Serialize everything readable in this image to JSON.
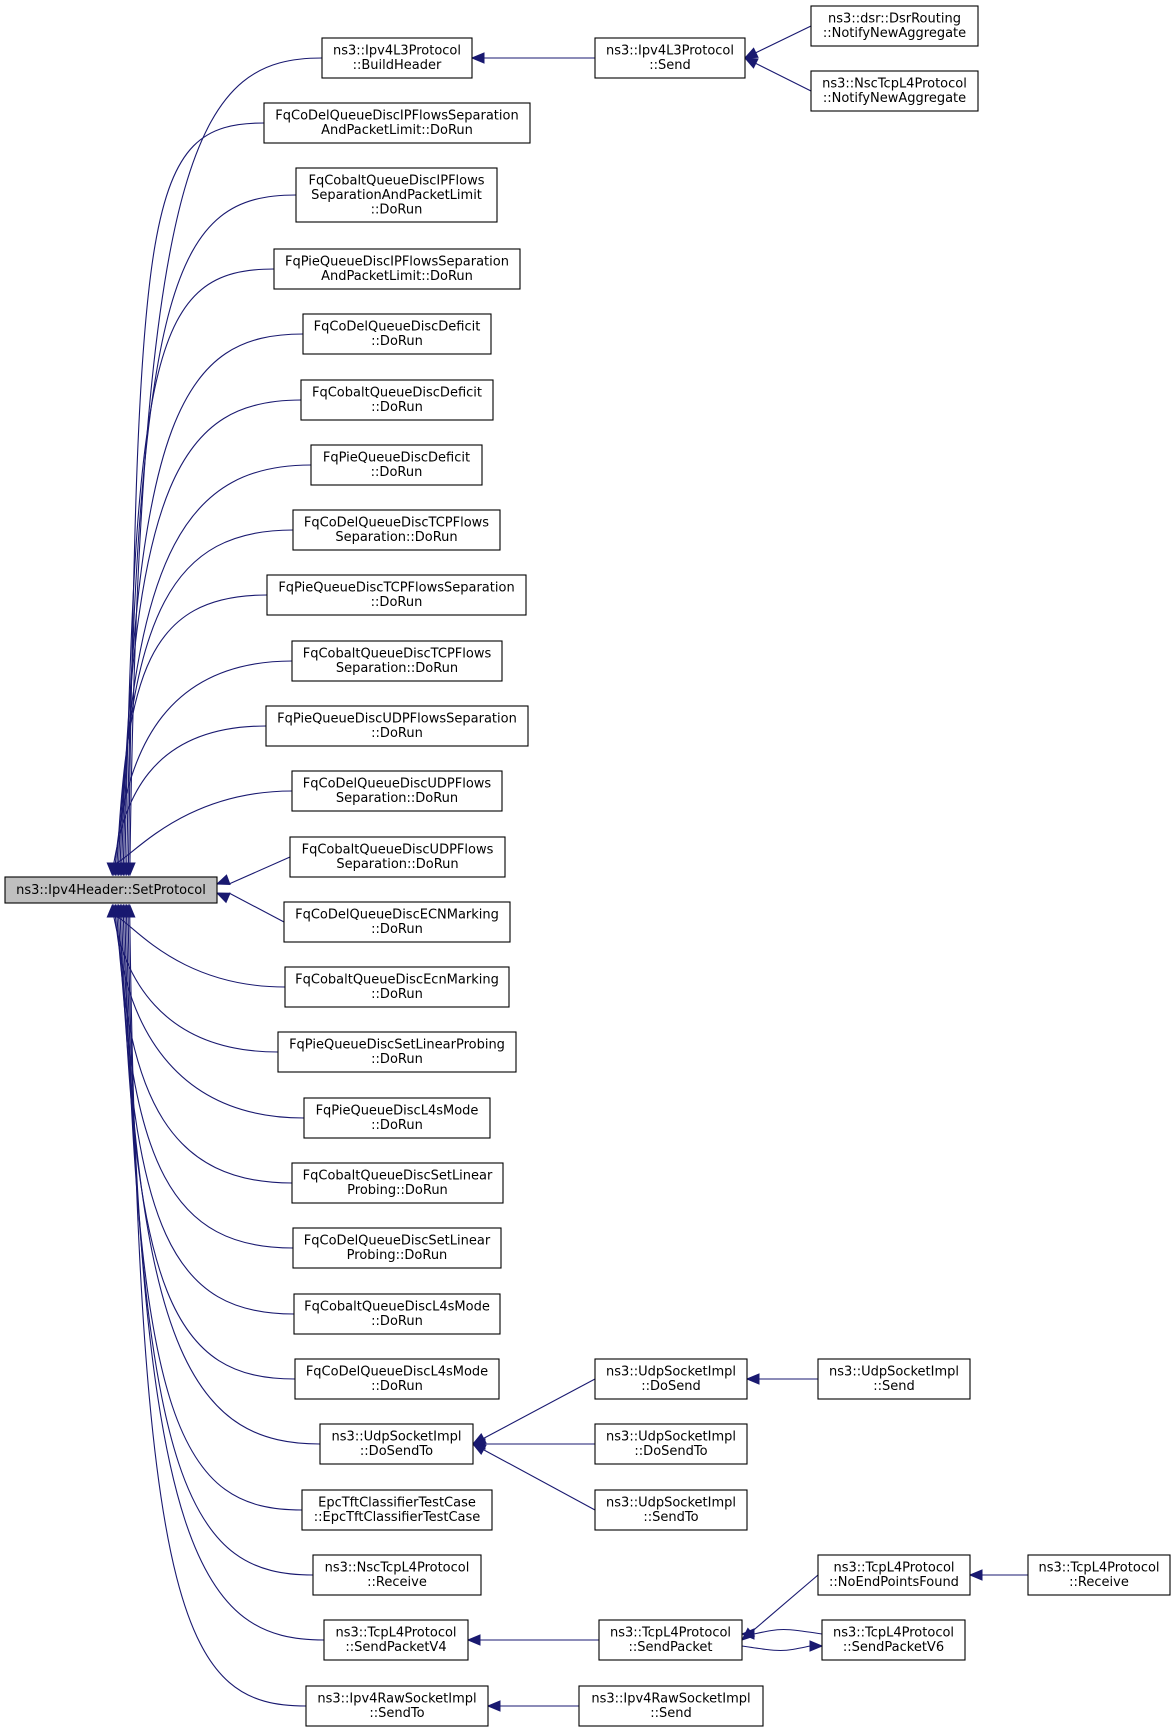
{
  "graph": {
    "root": "n0",
    "nodes": [
      {
        "id": "n0",
        "lines": [
          "ns3::Ipv4Header::SetProtocol"
        ],
        "highlighted": true
      },
      {
        "id": "n1",
        "lines": [
          "ns3::Ipv4L3Protocol",
          "::BuildHeader"
        ]
      },
      {
        "id": "n2",
        "lines": [
          "ns3::Ipv4L3Protocol",
          "::Send"
        ]
      },
      {
        "id": "n3",
        "lines": [
          "ns3::dsr::DsrRouting",
          "::NotifyNewAggregate"
        ]
      },
      {
        "id": "n4",
        "lines": [
          "ns3::NscTcpL4Protocol",
          "::NotifyNewAggregate"
        ]
      },
      {
        "id": "n5",
        "lines": [
          "FqCoDelQueueDiscIPFlowsSeparation",
          "AndPacketLimit::DoRun"
        ]
      },
      {
        "id": "n6",
        "lines": [
          "FqCobaltQueueDiscIPFlows",
          "SeparationAndPacketLimit",
          "::DoRun"
        ]
      },
      {
        "id": "n7",
        "lines": [
          "FqPieQueueDiscIPFlowsSeparation",
          "AndPacketLimit::DoRun"
        ]
      },
      {
        "id": "n8",
        "lines": [
          "FqCoDelQueueDiscDeficit",
          "::DoRun"
        ]
      },
      {
        "id": "n9",
        "lines": [
          "FqCobaltQueueDiscDeficit",
          "::DoRun"
        ]
      },
      {
        "id": "n10",
        "lines": [
          "FqPieQueueDiscDeficit",
          "::DoRun"
        ]
      },
      {
        "id": "n11",
        "lines": [
          "FqCoDelQueueDiscTCPFlows",
          "Separation::DoRun"
        ]
      },
      {
        "id": "n12",
        "lines": [
          "FqPieQueueDiscTCPFlowsSeparation",
          "::DoRun"
        ]
      },
      {
        "id": "n13",
        "lines": [
          "FqCobaltQueueDiscTCPFlows",
          "Separation::DoRun"
        ]
      },
      {
        "id": "n14",
        "lines": [
          "FqPieQueueDiscUDPFlowsSeparation",
          "::DoRun"
        ]
      },
      {
        "id": "n15",
        "lines": [
          "FqCoDelQueueDiscUDPFlows",
          "Separation::DoRun"
        ]
      },
      {
        "id": "n16",
        "lines": [
          "FqCobaltQueueDiscUDPFlows",
          "Separation::DoRun"
        ]
      },
      {
        "id": "n17",
        "lines": [
          "FqCoDelQueueDiscECNMarking",
          "::DoRun"
        ]
      },
      {
        "id": "n18",
        "lines": [
          "FqCobaltQueueDiscEcnMarking",
          "::DoRun"
        ]
      },
      {
        "id": "n19",
        "lines": [
          "FqPieQueueDiscSetLinearProbing",
          "::DoRun"
        ]
      },
      {
        "id": "n20",
        "lines": [
          "FqPieQueueDiscL4sMode",
          "::DoRun"
        ]
      },
      {
        "id": "n21",
        "lines": [
          "FqCobaltQueueDiscSetLinear",
          "Probing::DoRun"
        ]
      },
      {
        "id": "n22",
        "lines": [
          "FqCoDelQueueDiscSetLinear",
          "Probing::DoRun"
        ]
      },
      {
        "id": "n23",
        "lines": [
          "FqCobaltQueueDiscL4sMode",
          "::DoRun"
        ]
      },
      {
        "id": "n24",
        "lines": [
          "FqCoDelQueueDiscL4sMode",
          "::DoRun"
        ]
      },
      {
        "id": "n25",
        "lines": [
          "ns3::UdpSocketImpl",
          "::DoSendTo"
        ]
      },
      {
        "id": "n26",
        "lines": [
          "ns3::UdpSocketImpl",
          "::DoSend"
        ]
      },
      {
        "id": "n27",
        "lines": [
          "ns3::UdpSocketImpl",
          "::Send"
        ]
      },
      {
        "id": "n28",
        "lines": [
          "ns3::UdpSocketImpl",
          "::DoSendTo"
        ]
      },
      {
        "id": "n29",
        "lines": [
          "ns3::UdpSocketImpl",
          "::SendTo"
        ]
      },
      {
        "id": "n30",
        "lines": [
          "EpcTftClassifierTestCase",
          "::EpcTftClassifierTestCase"
        ]
      },
      {
        "id": "n31",
        "lines": [
          "ns3::NscTcpL4Protocol",
          "::Receive"
        ]
      },
      {
        "id": "n32",
        "lines": [
          "ns3::TcpL4Protocol",
          "::SendPacketV4"
        ]
      },
      {
        "id": "n33",
        "lines": [
          "ns3::TcpL4Protocol",
          "::SendPacket"
        ]
      },
      {
        "id": "n34",
        "lines": [
          "ns3::TcpL4Protocol",
          "::NoEndPointsFound"
        ]
      },
      {
        "id": "n35",
        "lines": [
          "ns3::TcpL4Protocol",
          "::Receive"
        ]
      },
      {
        "id": "n36",
        "lines": [
          "ns3::TcpL4Protocol",
          "::SendPacketV6"
        ]
      },
      {
        "id": "n37",
        "lines": [
          "ns3::Ipv4RawSocketImpl",
          "::SendTo"
        ]
      },
      {
        "id": "n38",
        "lines": [
          "ns3::Ipv4RawSocketImpl",
          "::Send"
        ]
      }
    ],
    "edges": [
      {
        "from": "n1",
        "to": "n0"
      },
      {
        "from": "n2",
        "to": "n1"
      },
      {
        "from": "n3",
        "to": "n2"
      },
      {
        "from": "n4",
        "to": "n2"
      },
      {
        "from": "n5",
        "to": "n0"
      },
      {
        "from": "n6",
        "to": "n0"
      },
      {
        "from": "n7",
        "to": "n0"
      },
      {
        "from": "n8",
        "to": "n0"
      },
      {
        "from": "n9",
        "to": "n0"
      },
      {
        "from": "n10",
        "to": "n0"
      },
      {
        "from": "n11",
        "to": "n0"
      },
      {
        "from": "n12",
        "to": "n0"
      },
      {
        "from": "n13",
        "to": "n0"
      },
      {
        "from": "n14",
        "to": "n0"
      },
      {
        "from": "n15",
        "to": "n0"
      },
      {
        "from": "n16",
        "to": "n0"
      },
      {
        "from": "n17",
        "to": "n0"
      },
      {
        "from": "n18",
        "to": "n0"
      },
      {
        "from": "n19",
        "to": "n0"
      },
      {
        "from": "n20",
        "to": "n0"
      },
      {
        "from": "n21",
        "to": "n0"
      },
      {
        "from": "n22",
        "to": "n0"
      },
      {
        "from": "n23",
        "to": "n0"
      },
      {
        "from": "n24",
        "to": "n0"
      },
      {
        "from": "n25",
        "to": "n0"
      },
      {
        "from": "n26",
        "to": "n25"
      },
      {
        "from": "n27",
        "to": "n26"
      },
      {
        "from": "n28",
        "to": "n25"
      },
      {
        "from": "n29",
        "to": "n25"
      },
      {
        "from": "n30",
        "to": "n0"
      },
      {
        "from": "n31",
        "to": "n0"
      },
      {
        "from": "n32",
        "to": "n0"
      },
      {
        "from": "n33",
        "to": "n32"
      },
      {
        "from": "n34",
        "to": "n33"
      },
      {
        "from": "n35",
        "to": "n34"
      },
      {
        "from": "n36",
        "to": "n33"
      },
      {
        "from": "n33",
        "to": "n36"
      },
      {
        "from": "n37",
        "to": "n0"
      },
      {
        "from": "n38",
        "to": "n37"
      }
    ]
  }
}
